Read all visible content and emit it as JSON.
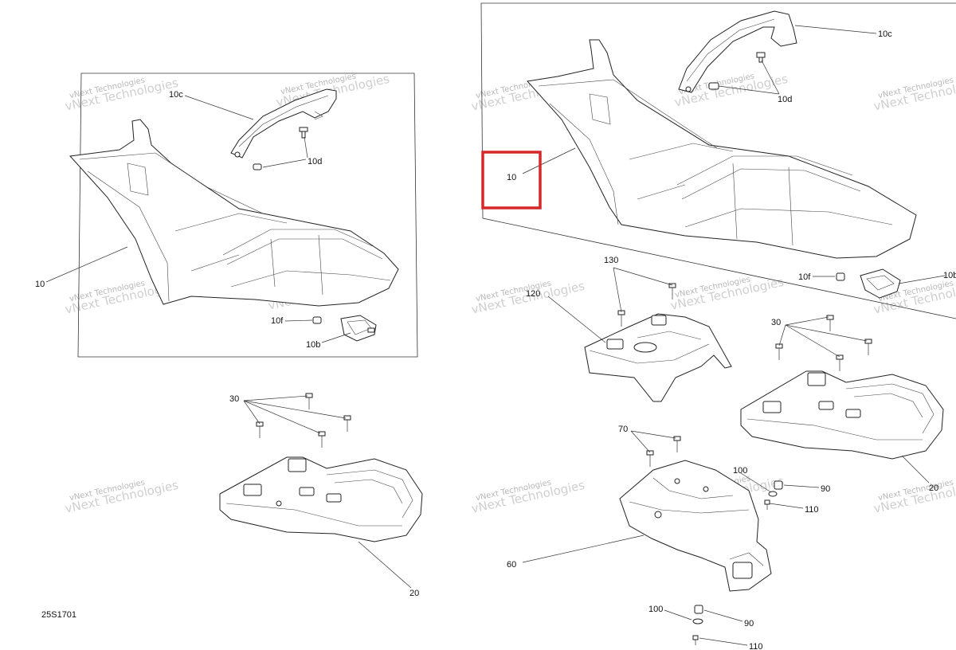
{
  "drawing": {
    "code": "25S1701",
    "highlight_color": "#d62828",
    "watermark": {
      "line1": "vNext Technologies",
      "line2": "vNext Technologies"
    }
  },
  "callouts": {
    "l_10c": "10c",
    "l_10d": "10d",
    "l_10": "10",
    "l_10f": "10f",
    "l_10b": "10b",
    "l_30": "30",
    "l_20": "20",
    "r_10c": "10c",
    "r_10d": "10d",
    "r_10": "10",
    "r_10f": "10f",
    "r_10b": "10b",
    "r_130": "130",
    "r_120": "120",
    "r_30": "30",
    "r_20": "20",
    "r_70": "70",
    "r_100a": "100",
    "r_90a": "90",
    "r_110a": "110",
    "r_60": "60",
    "r_100b": "100",
    "r_90b": "90",
    "r_110b": "110"
  }
}
